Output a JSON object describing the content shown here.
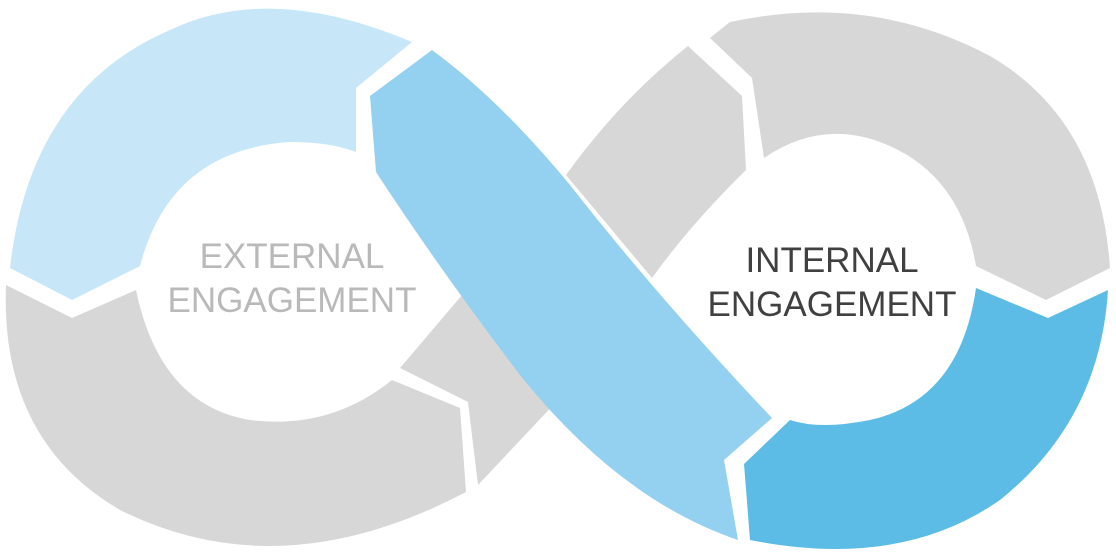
{
  "diagram": {
    "left_loop": {
      "label_line1": "EXTERNAL",
      "label_line2": "ENGAGEMENT"
    },
    "right_loop": {
      "label_line1": "INTERNAL",
      "label_line2": "ENGAGEMENT"
    }
  },
  "colors": {
    "grey_segment": "#d7d7d7",
    "light_blue_segment": "#c7e7f8",
    "mid_blue_segment": "#94d0ef",
    "blue_segment": "#5cbce6",
    "external_label": "#b9b9b9",
    "internal_label": "#404040"
  }
}
